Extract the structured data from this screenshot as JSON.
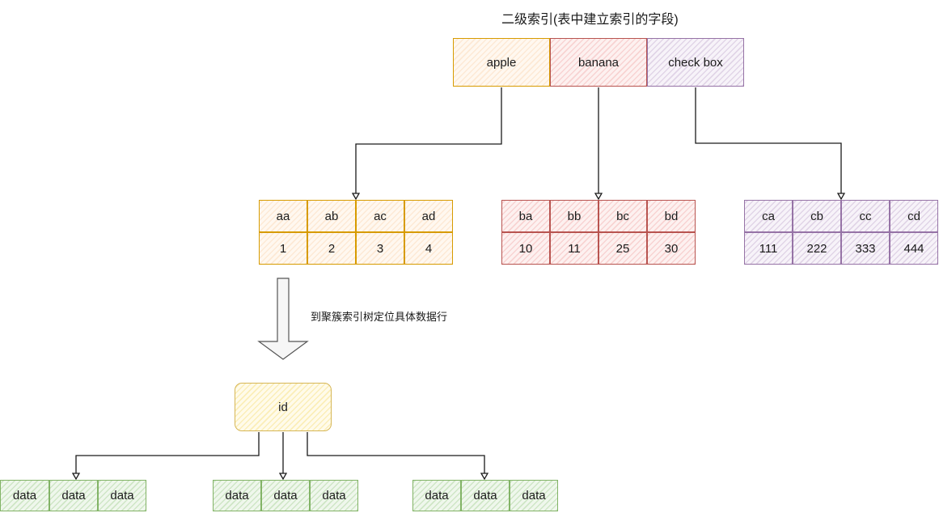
{
  "title": "二级索引(表中建立索引的字段)",
  "top_node": {
    "cells": [
      {
        "label": "apple",
        "color": "orange"
      },
      {
        "label": "banana",
        "color": "red"
      },
      {
        "label": "check box",
        "color": "purple"
      }
    ]
  },
  "leaf_tables": [
    {
      "color": "orange",
      "keys": [
        "aa",
        "ab",
        "ac",
        "ad"
      ],
      "values": [
        "1",
        "2",
        "3",
        "4"
      ]
    },
    {
      "color": "red",
      "keys": [
        "ba",
        "bb",
        "bc",
        "bd"
      ],
      "values": [
        "10",
        "11",
        "25",
        "30"
      ]
    },
    {
      "color": "purple",
      "keys": [
        "ca",
        "cb",
        "cc",
        "cd"
      ],
      "values": [
        "111",
        "222",
        "333",
        "444"
      ]
    }
  ],
  "lookup_note": "到聚簇索引树定位具体数据行",
  "cluster_node": {
    "label": "id"
  },
  "data_rows": [
    {
      "cells": [
        "data",
        "data",
        "data"
      ]
    },
    {
      "cells": [
        "data",
        "data",
        "data"
      ]
    },
    {
      "cells": [
        "data",
        "data",
        "data"
      ]
    }
  ],
  "colors": {
    "orange_stroke": "#d79b00",
    "red_stroke": "#b85450",
    "purple_stroke": "#9673a6",
    "yellow_stroke": "#d6b656",
    "green_stroke": "#82b366",
    "connector": "#1a1a1a"
  }
}
